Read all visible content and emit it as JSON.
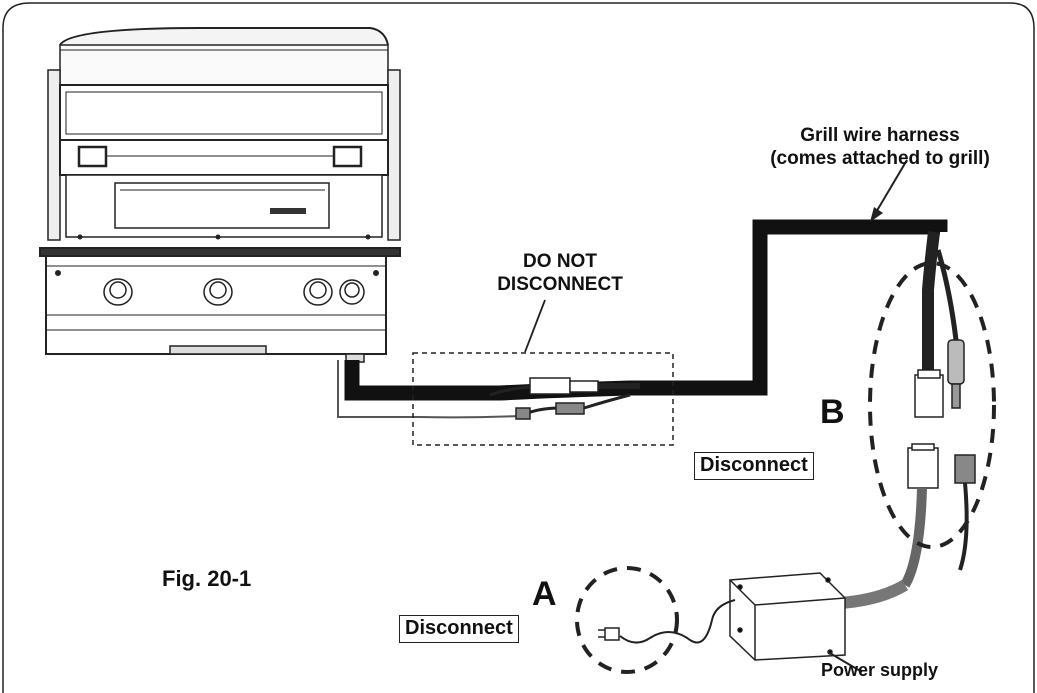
{
  "figure": {
    "caption": "Fig. 20-1"
  },
  "labels": {
    "harness_line1": "Grill wire harness",
    "harness_line2": "(comes attached to grill)",
    "do_not_line1": "DO NOT",
    "do_not_line2": "DISCONNECT",
    "point_b": "B",
    "point_a": "A",
    "disconnect_b": "Disconnect",
    "disconnect_a": "Disconnect",
    "power_supply": "Power supply"
  }
}
